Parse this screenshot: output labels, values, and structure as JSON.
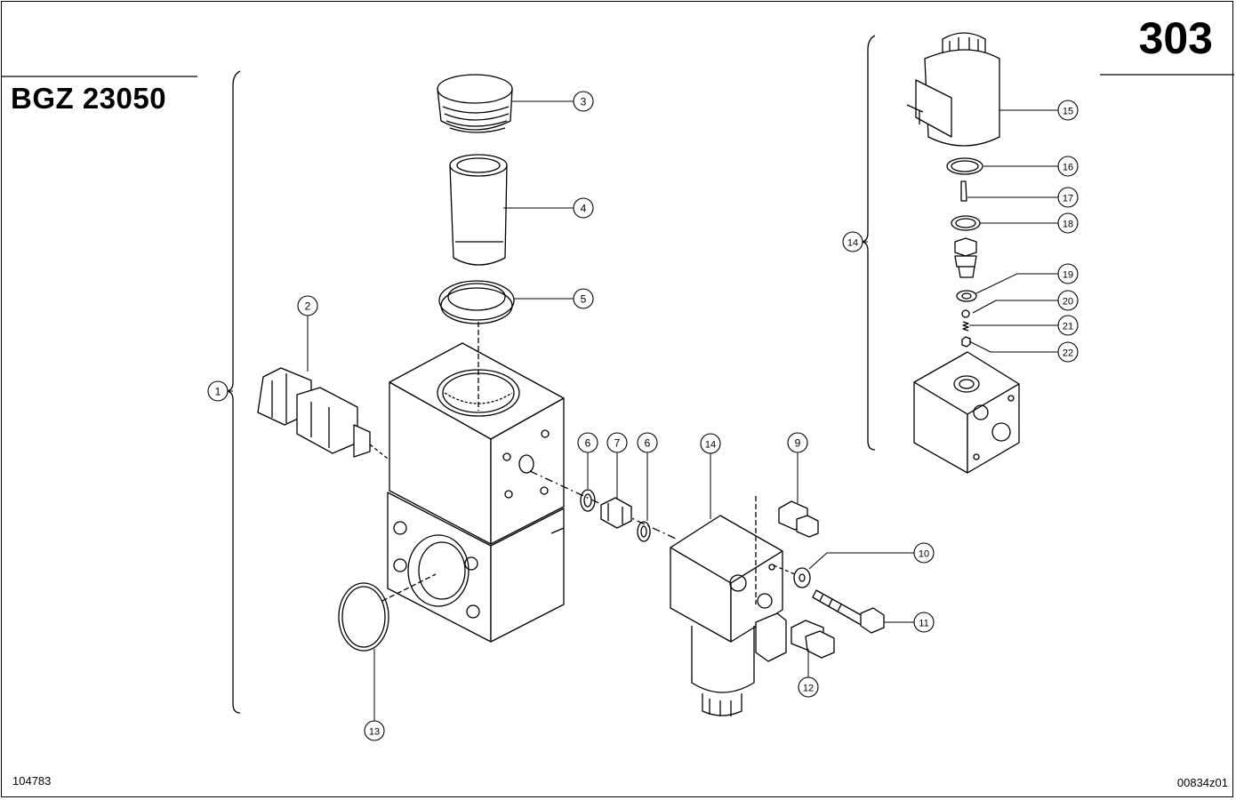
{
  "header": {
    "title": "BGZ 23050",
    "page_number": "303"
  },
  "footer": {
    "left_code": "104783",
    "right_code": "00834z01"
  },
  "callouts": {
    "c1": "1",
    "c2": "2",
    "c3": "3",
    "c4": "4",
    "c5": "5",
    "c6a": "6",
    "c7": "7",
    "c6b": "6",
    "c14a": "14",
    "c9": "9",
    "c10": "10",
    "c11": "11",
    "c12": "12",
    "c13": "13",
    "c14b": "14",
    "c15": "15",
    "c16": "16",
    "c17": "17",
    "c18": "18",
    "c19": "19",
    "c20": "20",
    "c21": "21",
    "c22": "22"
  }
}
